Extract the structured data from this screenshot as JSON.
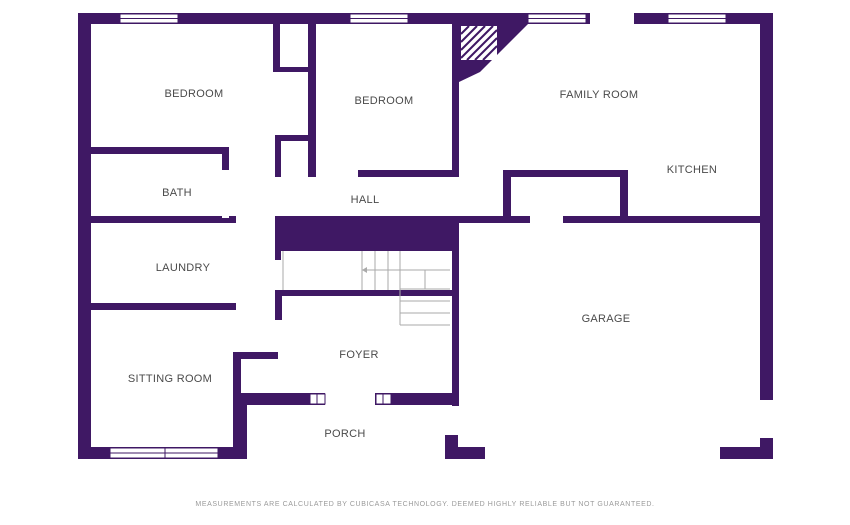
{
  "colors": {
    "wall": "#3f1864",
    "floor": "#ffffff",
    "window": "#ffffff",
    "stair_line": "#aaaaaa"
  },
  "rooms": {
    "bedroom_left": "BEDROOM",
    "bedroom_center": "BEDROOM",
    "family_room": "FAMILY ROOM",
    "kitchen": "KITCHEN",
    "bath": "BATH",
    "hall": "HALL",
    "laundry": "LAUNDRY",
    "garage": "GARAGE",
    "foyer": "FOYER",
    "sitting_room": "SITTING ROOM",
    "porch": "PORCH"
  },
  "footer": {
    "disclaimer": "MEASUREMENTS ARE CALCULATED BY CUBICASA TECHNOLOGY. DEEMED HIGHLY RELIABLE BUT NOT GUARANTEED."
  }
}
